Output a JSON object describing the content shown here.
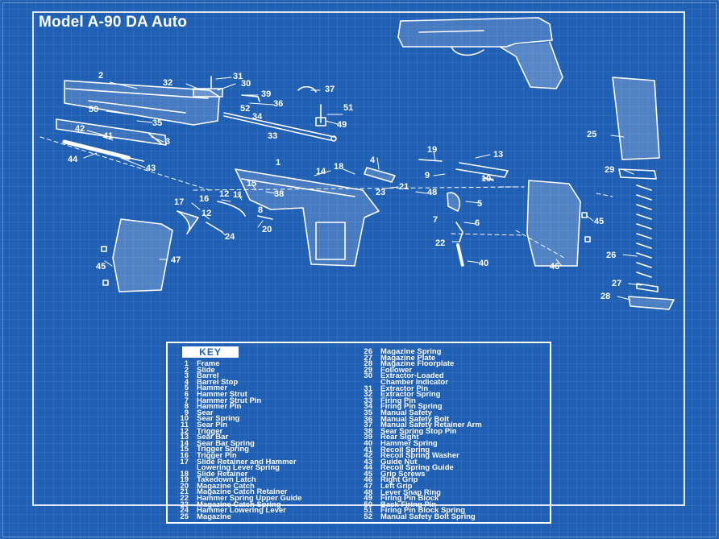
{
  "title": "Model A-90 DA Auto",
  "key": {
    "label": "KEY",
    "left": [
      {
        "num": "1",
        "name": "Frame"
      },
      {
        "num": "2",
        "name": "Slide"
      },
      {
        "num": "3",
        "name": "Barrel"
      },
      {
        "num": "4",
        "name": "Barrel Stop"
      },
      {
        "num": "5",
        "name": "Hammer"
      },
      {
        "num": "6",
        "name": "Hammer Strut"
      },
      {
        "num": "7",
        "name": "Hammer Strut Pin"
      },
      {
        "num": "8",
        "name": "Hammer Pin"
      },
      {
        "num": "9",
        "name": "Sear"
      },
      {
        "num": "10",
        "name": "Sear Spring"
      },
      {
        "num": "11",
        "name": "Sear Pin"
      },
      {
        "num": "12",
        "name": "Trigger"
      },
      {
        "num": "13",
        "name": "Sear Bar"
      },
      {
        "num": "14",
        "name": "Sear Bar Spring"
      },
      {
        "num": "15",
        "name": "Trigger Spring"
      },
      {
        "num": "16",
        "name": "Trigger Pin"
      },
      {
        "num": "17",
        "name": "Slide Retainer and Hammer"
      },
      {
        "num": "",
        "name": "Lowering Lever Spring"
      },
      {
        "num": "18",
        "name": "Slide Retainer"
      },
      {
        "num": "19",
        "name": "Takedown Latch"
      },
      {
        "num": "20",
        "name": "Magazine Catch"
      },
      {
        "num": "21",
        "name": "Magazine Catch Retainer"
      },
      {
        "num": "22",
        "name": "Hammer Spring Upper Guide"
      },
      {
        "num": "23",
        "name": "Magazine Catch Spring"
      },
      {
        "num": "24",
        "name": "Hammer Lowering Lever"
      },
      {
        "num": "25",
        "name": "Magazine"
      }
    ],
    "right": [
      {
        "num": "26",
        "name": "Magazine Spring"
      },
      {
        "num": "27",
        "name": "Magazine Plate"
      },
      {
        "num": "28",
        "name": "Magazine Floorplate"
      },
      {
        "num": "29",
        "name": "Follower"
      },
      {
        "num": "30",
        "name": "Extractor-Loaded"
      },
      {
        "num": "",
        "name": "Chamber Indicator"
      },
      {
        "num": "31",
        "name": "Extractor Pin"
      },
      {
        "num": "32",
        "name": "Extractor Spring"
      },
      {
        "num": "33",
        "name": "Firing Pin"
      },
      {
        "num": "34",
        "name": "Firing Pin Spring"
      },
      {
        "num": "35",
        "name": "Manual Safety"
      },
      {
        "num": "36",
        "name": "Manual Safety Bolt"
      },
      {
        "num": "37",
        "name": "Manual Safety Retainer Arm"
      },
      {
        "num": "38",
        "name": "Sear Spring Stop Pin"
      },
      {
        "num": "39",
        "name": "Rear Sight"
      },
      {
        "num": "40",
        "name": "Hammer Spring"
      },
      {
        "num": "41",
        "name": "Recoil Spring"
      },
      {
        "num": "42",
        "name": "Recoil Spring Washer"
      },
      {
        "num": "43",
        "name": "Guide Nut"
      },
      {
        "num": "44",
        "name": "Recoil Spring Guide"
      },
      {
        "num": "45",
        "name": "Grip Screws"
      },
      {
        "num": "46",
        "name": "Right Grip"
      },
      {
        "num": "47",
        "name": "Left Grip"
      },
      {
        "num": "48",
        "name": "Lever Snap Ring"
      },
      {
        "num": "49",
        "name": "Firing Pin Block"
      },
      {
        "num": "50",
        "name": "Back Firing Pin"
      },
      {
        "num": "51",
        "name": "Firing Pin Block Spring"
      },
      {
        "num": "52",
        "name": "Manual Safety Bolt Spring"
      }
    ]
  },
  "callouts": {
    "c1": "1",
    "c2": "2",
    "c3": "3",
    "c4": "4",
    "c5": "5",
    "c6": "6",
    "c7": "7",
    "c8": "8",
    "c9": "9",
    "c10": "10",
    "c11": "11",
    "c12": "12",
    "c13": "13",
    "c14": "14",
    "c15": "15",
    "c16": "16",
    "c17": "17",
    "c18": "18",
    "c19": "19",
    "c20": "20",
    "c21": "21",
    "c22": "22",
    "c23": "23",
    "c24": "24",
    "c25": "25",
    "c26": "26",
    "c27": "27",
    "c28": "28",
    "c29": "29",
    "c30": "30",
    "c31": "31",
    "c32": "32",
    "c33": "33",
    "c34": "34",
    "c35": "35",
    "c36": "36",
    "c37": "37",
    "c38": "38",
    "c39": "39",
    "c40": "40",
    "c41": "41",
    "c42": "42",
    "c43": "43",
    "c44": "44",
    "c45a": "45",
    "c45b": "45",
    "c46": "46",
    "c47": "47",
    "c48": "48",
    "c49": "49",
    "c50": "50",
    "c51": "51",
    "c52": "52"
  },
  "colors": {
    "background": "#1f5fb4",
    "lines": "#ffffff"
  }
}
